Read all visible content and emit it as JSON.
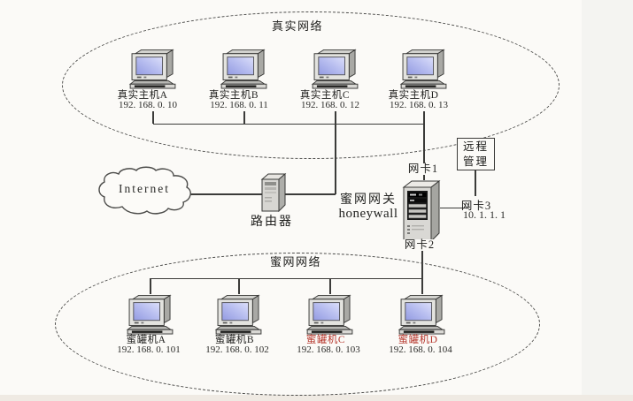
{
  "real_network": {
    "label": "真实网络",
    "hosts": [
      {
        "name": "真实主机A",
        "ip": "192. 168. 0. 10"
      },
      {
        "name": "真实主机B",
        "ip": "192. 168. 0. 11"
      },
      {
        "name": "真实主机C",
        "ip": "192. 168. 0. 12"
      },
      {
        "name": "真实主机D",
        "ip": "192. 168. 0. 13"
      }
    ]
  },
  "honeynet": {
    "label": "蜜网网络",
    "hosts": [
      {
        "name": "蜜罐机A",
        "ip": "192. 168. 0. 101",
        "name_color": "#1f1f1d"
      },
      {
        "name": "蜜罐机B",
        "ip": "192. 168. 0. 102",
        "name_color": "#1f1f1d"
      },
      {
        "name": "蜜罐机C",
        "ip": "192. 168. 0. 103",
        "name_color": "#b5362c"
      },
      {
        "name": "蜜罐机D",
        "ip": "192. 168. 0. 104",
        "name_color": "#b5362c"
      }
    ]
  },
  "internet": {
    "label": "Internet"
  },
  "router": {
    "label": "路由器"
  },
  "gateway": {
    "name_cn": "蜜网网关",
    "name_en": "honeywall",
    "nic1_label": "网卡1",
    "nic2_label": "网卡2",
    "nic3_label": "网卡3",
    "nic3_ip": "10. 1. 1. 1"
  },
  "remote_management": {
    "line1": "远程",
    "line2": "管理"
  },
  "colors": {
    "line": "#3b3b39",
    "highlight_red": "#b5362c",
    "screen_dark": "#939be2",
    "screen_light": "#dcdffa"
  }
}
